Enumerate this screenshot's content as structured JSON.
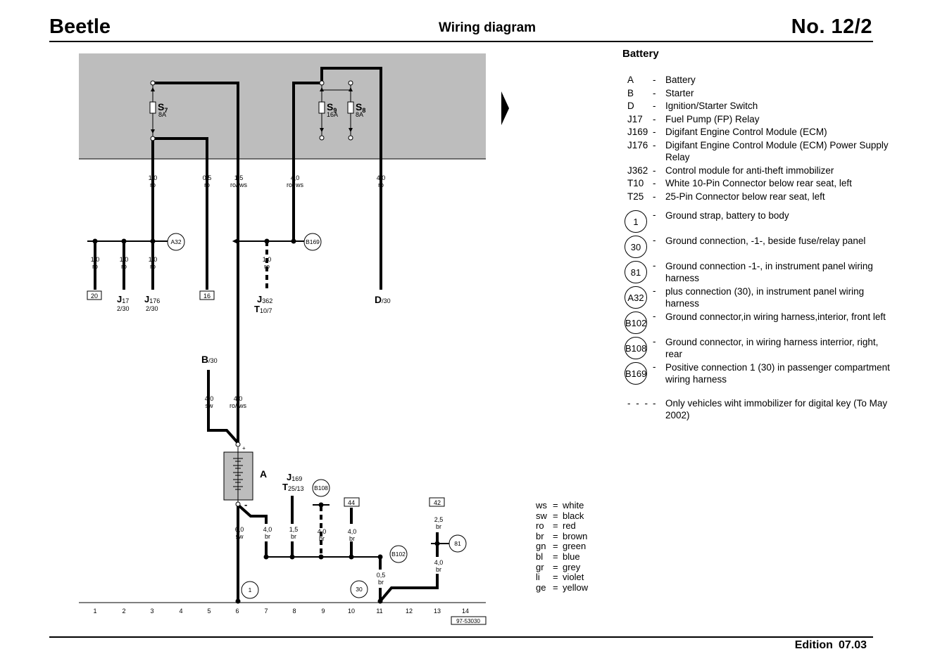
{
  "header": {
    "model": "Beetle",
    "title": "Wiring diagram",
    "number": "No. 12/2"
  },
  "footer": {
    "edition_label": "Edition",
    "edition_value": "07.03"
  },
  "legend": {
    "title": "Battery",
    "components": [
      {
        "code": "A",
        "desc": "Battery"
      },
      {
        "code": "B",
        "desc": "Starter"
      },
      {
        "code": "D",
        "desc": "Ignition/Starter Switch"
      },
      {
        "code": "J17",
        "desc": "Fuel Pump (FP) Relay"
      },
      {
        "code": "J169",
        "desc": "Digifant Engine Control Module (ECM)"
      },
      {
        "code": "J176",
        "desc": "Digifant Engine Control Module (ECM) Power Supply Relay"
      },
      {
        "code": "J362",
        "desc": "Control module for anti-theft immobilizer"
      },
      {
        "code": "T10",
        "desc": "White 10-Pin Connector below rear seat, left"
      },
      {
        "code": "T25",
        "desc": "25-Pin Connector below rear seat, left"
      }
    ],
    "grounds": [
      {
        "code": "1",
        "desc": "Ground strap, battery to body"
      },
      {
        "code": "30",
        "desc": "Ground connection, -1-, beside fuse/relay panel"
      },
      {
        "code": "81",
        "desc": "Ground connection -1-, in instrument panel wiring harness"
      },
      {
        "code": "A32",
        "desc": "plus connection (30), in instrument panel wiring harness"
      },
      {
        "code": "B102",
        "desc": "Ground connector,in wiring harness,interior, front left"
      },
      {
        "code": "B108",
        "desc": "Ground connector, in wiring harness interrior, right, rear"
      },
      {
        "code": "B169",
        "desc": "Positive connection 1 (30) in passenger compartment wiring harness"
      }
    ],
    "note": {
      "code": "- - -",
      "desc": "Only vehicles wiht immobilizer for digital key (To May 2002)"
    }
  },
  "colors": [
    {
      "abbr": "ws",
      "name": "white"
    },
    {
      "abbr": "sw",
      "name": "black"
    },
    {
      "abbr": "ro",
      "name": "red"
    },
    {
      "abbr": "br",
      "name": "brown"
    },
    {
      "abbr": "gn",
      "name": "green"
    },
    {
      "abbr": "bl",
      "name": "blue"
    },
    {
      "abbr": "gr",
      "name": "grey"
    },
    {
      "abbr": "li",
      "name": "violet"
    },
    {
      "abbr": "ge",
      "name": "yellow"
    }
  ],
  "diagram": {
    "fuses": [
      {
        "name": "S",
        "sub": "7",
        "rating": "8A"
      },
      {
        "name": "S",
        "sub": "9",
        "rating": "16A"
      },
      {
        "name": "S",
        "sub": "8",
        "rating": "8A"
      }
    ],
    "wires": {
      "w1": [
        "1,0",
        "ro"
      ],
      "w2": [
        "0,5",
        "ro"
      ],
      "w3": [
        "1,5",
        "ro/ ws"
      ],
      "w4": [
        "4,0",
        "ro/ ws"
      ],
      "w5": [
        "4,0",
        "ro"
      ],
      "w6": [
        "1,0",
        "ro"
      ],
      "w7": [
        "1,0",
        "ro"
      ],
      "w8": [
        "1,0",
        "ro"
      ],
      "w9": [
        "1,0",
        "ro"
      ],
      "w10": [
        "4,0",
        "sw"
      ],
      "w11": [
        "4,0",
        "ro/ ws"
      ],
      "w12": [
        "6,0",
        "sw"
      ],
      "w13": [
        "4,0",
        "br"
      ],
      "w14": [
        "1,5",
        "br"
      ],
      "w15": [
        "4,0",
        "br"
      ],
      "w16": [
        "4,0",
        "br"
      ],
      "w17": [
        "0,5",
        "br"
      ],
      "w18": [
        "2,5",
        "br"
      ],
      "w19": [
        "4,0",
        "br"
      ]
    },
    "splices": [
      "A32",
      "B169",
      "B108",
      "B102",
      "81",
      "1",
      "30"
    ],
    "boxes": [
      "20",
      "16",
      "44",
      "42"
    ],
    "terminals": {
      "j17": [
        "J",
        "17",
        "2/30"
      ],
      "j176": [
        "J",
        "176",
        "2/30"
      ],
      "j362": [
        "J",
        "362",
        "T",
        "10/7"
      ],
      "d30": [
        "D",
        "/30"
      ],
      "b30": [
        "B",
        "/30"
      ],
      "j169": [
        "J",
        "169",
        "T",
        "25/13"
      ]
    },
    "battery_label": "A",
    "plus": "+",
    "minus": "-",
    "tracks": [
      "1",
      "2",
      "3",
      "4",
      "5",
      "6",
      "7",
      "8",
      "9",
      "10",
      "11",
      "12",
      "13",
      "14"
    ],
    "drawing_id": "97-53030"
  }
}
